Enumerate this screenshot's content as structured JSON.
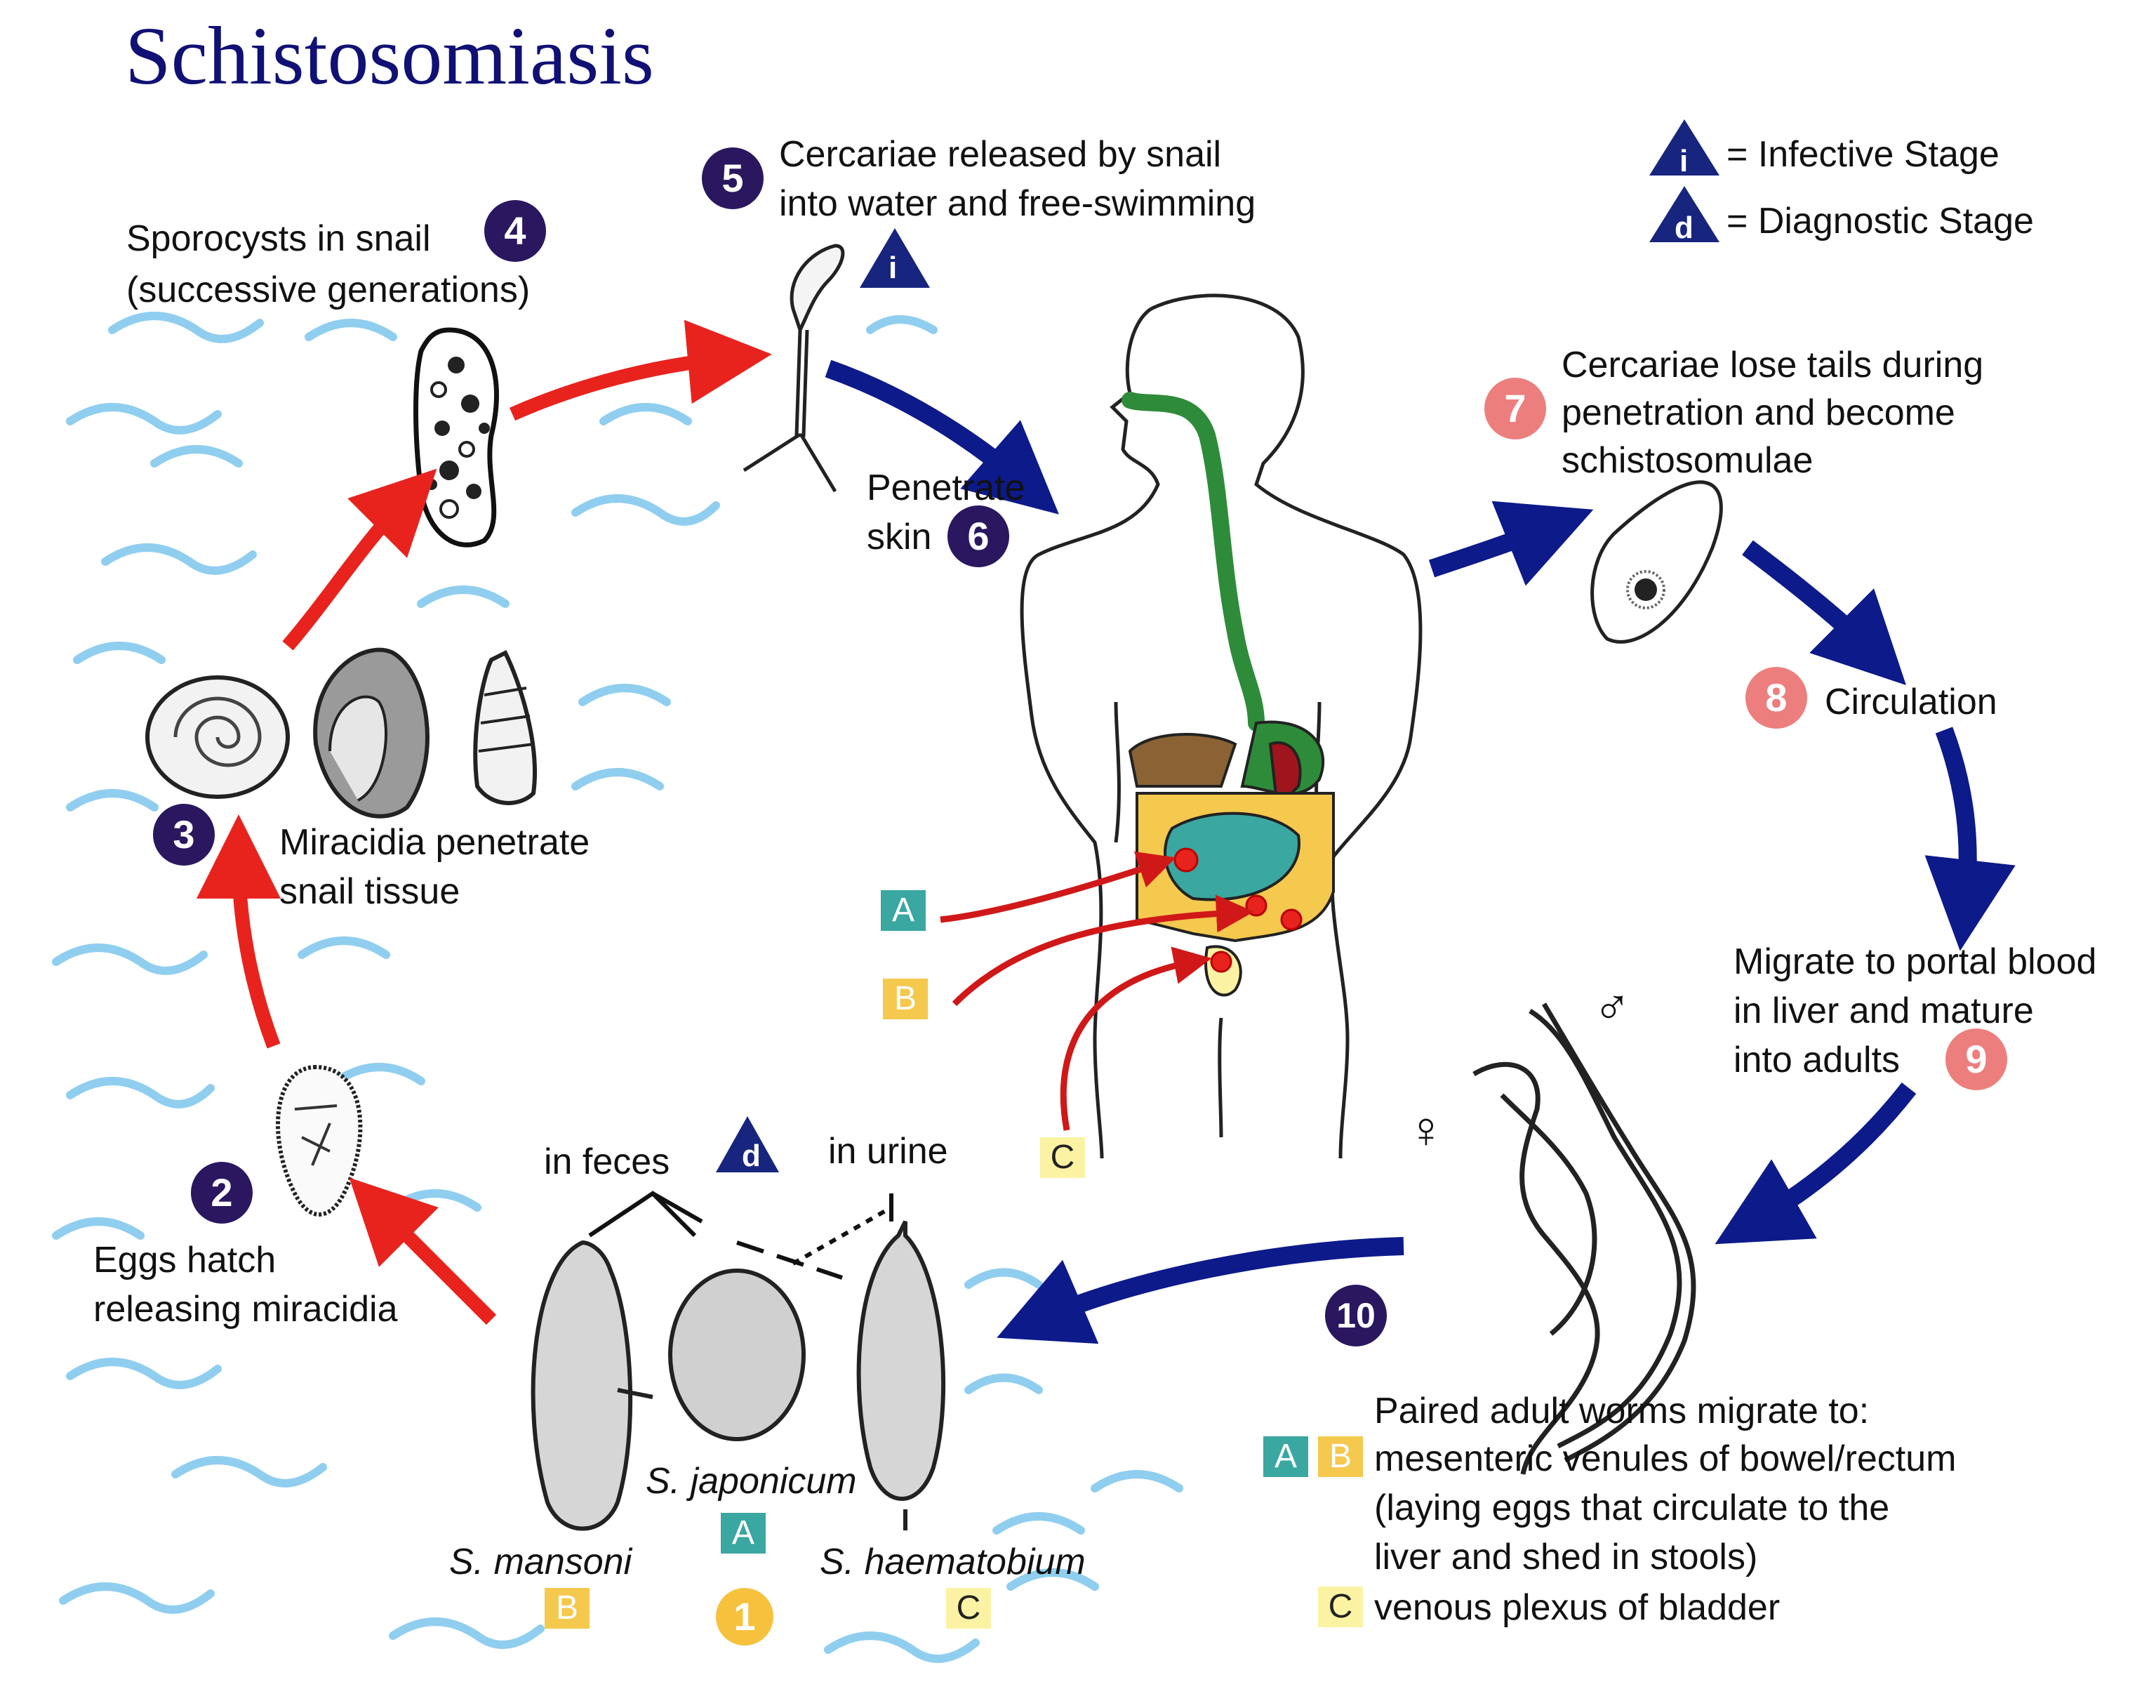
{
  "title": "Schistosomiasis",
  "legend": {
    "infective_symbol": "i",
    "infective_text": "= Infective Stage",
    "diagnostic_symbol": "d",
    "diagnostic_text": "= Diagnostic Stage"
  },
  "steps": {
    "s1": {
      "num": "1"
    },
    "s2": {
      "num": "2",
      "line1": "Eggs hatch",
      "line2": "releasing miracidia"
    },
    "s3": {
      "num": "3",
      "line1": "Miracidia penetrate",
      "line2": "snail tissue"
    },
    "s4": {
      "num": "4",
      "line1": "Sporocysts in snail",
      "line2": "(successive generations)"
    },
    "s5": {
      "num": "5",
      "line1": "Cercariae released by snail",
      "line2": "into water and free-swimming"
    },
    "s6": {
      "num": "6",
      "line1": "Penetrate",
      "line2": "skin"
    },
    "s7": {
      "num": "7",
      "line1": "Cercariae lose tails during",
      "line2": "penetration and become",
      "line3": "schistosomulae"
    },
    "s8": {
      "num": "8",
      "line1": "Circulation"
    },
    "s9": {
      "num": "9",
      "line1": "Migrate to portal blood",
      "line2": "in liver and mature",
      "line3": "into adults"
    },
    "s10": {
      "num": "10",
      "line1": "Paired adult worms migrate to:",
      "line2": "mesenteric venules of bowel/rectum",
      "line3": "(laying eggs that circulate to the",
      "line4": "liver and shed in stools)",
      "line5": "venous plexus of bladder"
    }
  },
  "eggs": {
    "in_feces": "in feces",
    "in_urine": "in urine",
    "diagnostic_symbol": "d",
    "mansoni": "S. mansoni",
    "japonicum": "S. japonicum",
    "haematobium": "S. haematobium"
  },
  "site_labels": {
    "A": "A",
    "B": "B",
    "C": "C"
  },
  "symbols": {
    "female": "♀",
    "male": "♂"
  },
  "colors": {
    "title": "#101075",
    "dark_badge": "#2a175f",
    "pink_badge": "#ec7f7d",
    "gold_badge": "#f6c23d",
    "red_arrow": "#e8231e",
    "blue_arrow": "#0d1a8a",
    "water": "#7cc6ec",
    "site_A": "#3aa7a0",
    "site_B": "#f5c84e",
    "site_C": "#fbf3a3",
    "gut_green": "#2e8b3a"
  }
}
